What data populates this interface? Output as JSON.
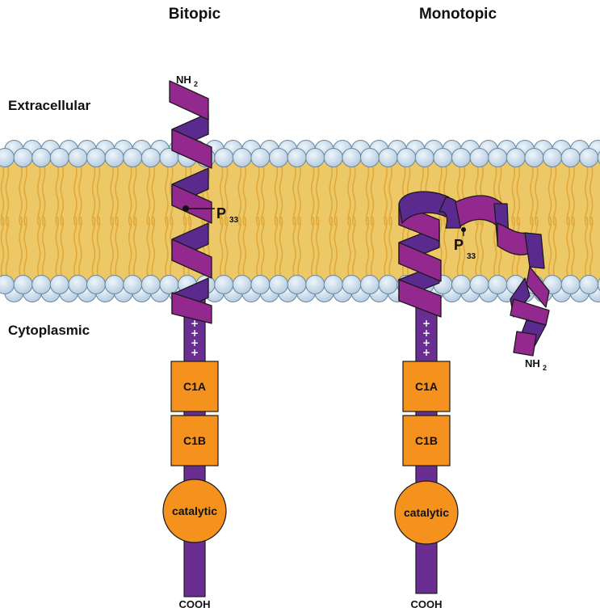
{
  "titles": {
    "bitopic": "Bitopic",
    "monotopic": "Monotopic"
  },
  "regions": {
    "extracellular": "Extracellular",
    "cytoplasmic": "Cytoplasmic"
  },
  "bitopic": {
    "n_terminus": "NH",
    "n_sub": "2",
    "residue": "P",
    "residue_sub": "33",
    "charge": "+",
    "domains": {
      "c1a": "C1A",
      "c1b": "C1B",
      "catalytic": "catalytic"
    },
    "c_terminus": "COOH"
  },
  "monotopic": {
    "n_terminus": "NH",
    "n_sub": "2",
    "residue": "P",
    "residue_sub": "33",
    "charge": "+",
    "domains": {
      "c1a": "C1A",
      "c1b": "C1B",
      "catalytic": "catalytic"
    },
    "c_terminus": "COOH"
  },
  "colors": {
    "membrane_core": "#ecc867",
    "lipid_tail": "#e0a93c",
    "head_fill": "#cfe0ee",
    "head_stroke": "#6a86a0",
    "helix_front": "#93288f",
    "helix_back": "#5b2a8e",
    "stalk": "#6a2d91",
    "domain_orange": "#f5921e",
    "outline": "#1a1a1a"
  }
}
